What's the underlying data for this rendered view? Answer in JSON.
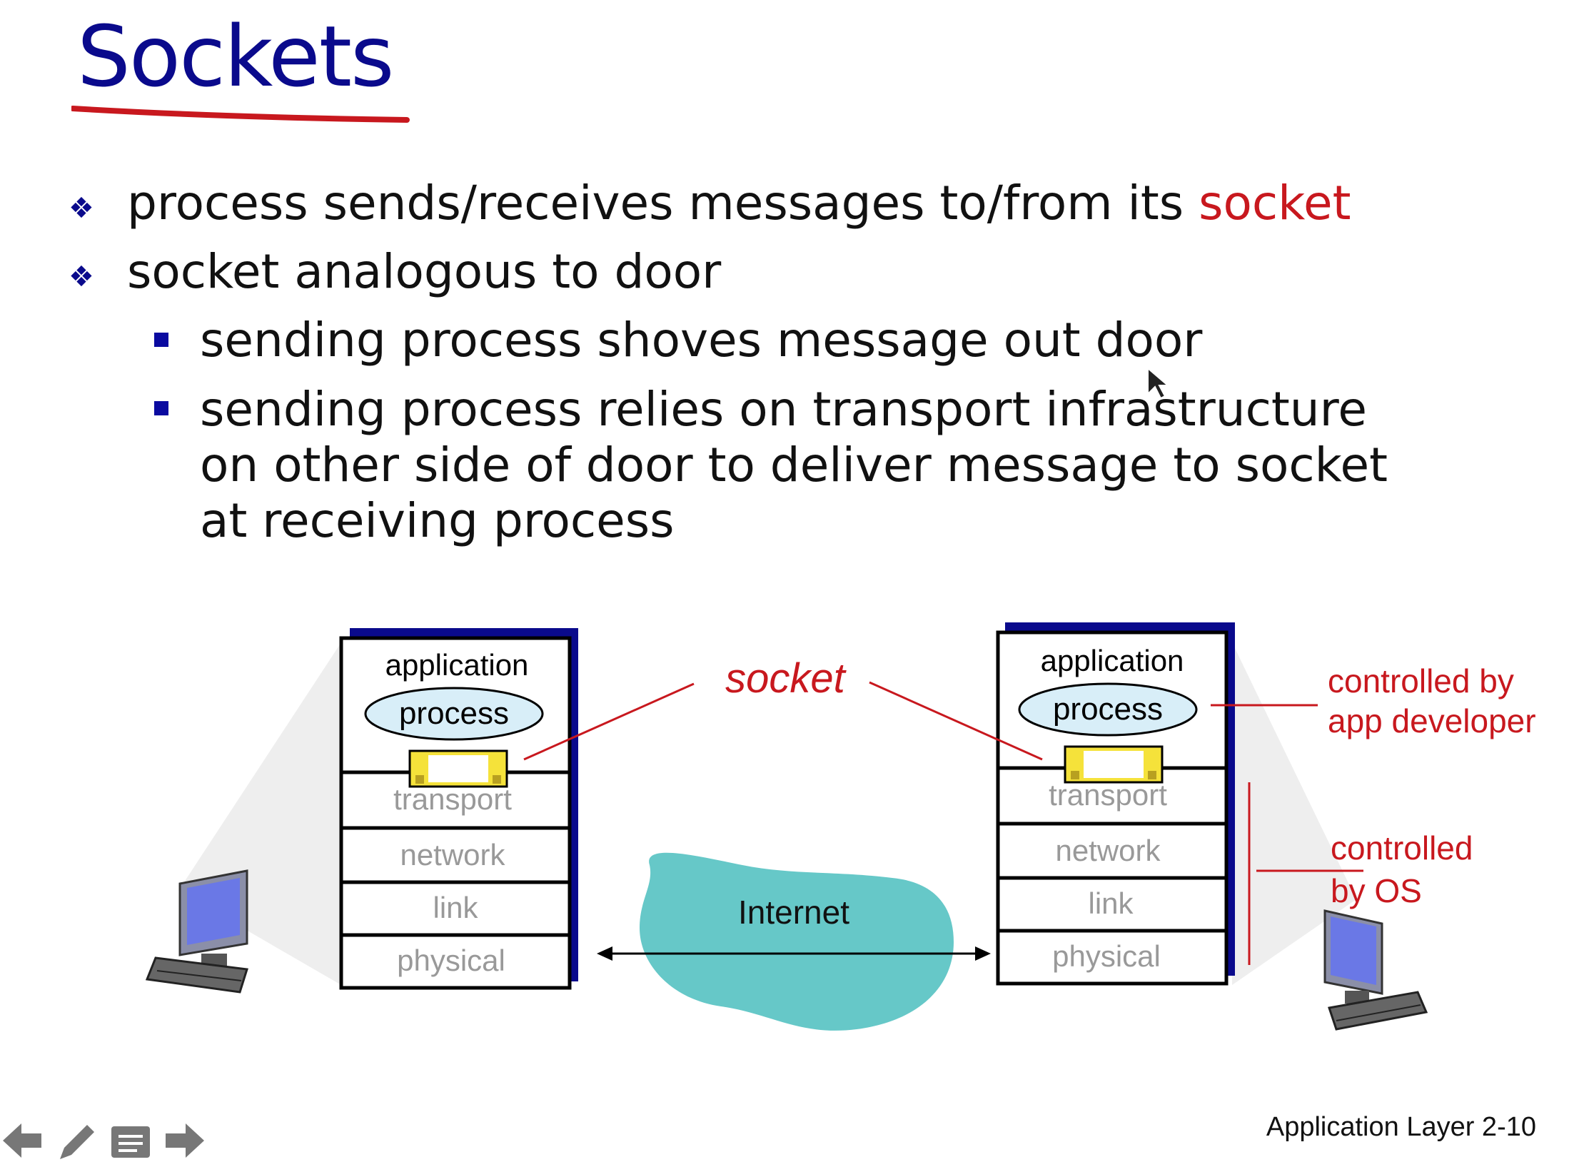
{
  "slide": {
    "title": "Sockets",
    "bullets": [
      {
        "text": "process sends/receives messages to/from its ",
        "highlight": "socket"
      },
      {
        "text": "socket analogous to door"
      }
    ],
    "sub_bullets": [
      "sending process shoves message out door",
      "sending process relies on transport infrastructure on other side of door to deliver message to socket at receiving process"
    ],
    "footer": "Application Layer 2-10"
  },
  "diagram": {
    "left_stack": {
      "application": "application",
      "process": "process",
      "layers": [
        "transport",
        "network",
        "link",
        "physical"
      ]
    },
    "right_stack": {
      "application": "application",
      "process": "process",
      "layers": [
        "transport",
        "network",
        "link",
        "physical"
      ]
    },
    "socket_label": "socket",
    "internet_label": "Internet",
    "app_dev_label": [
      "controlled by",
      "app developer"
    ],
    "os_label": [
      "controlled",
      "by OS"
    ]
  },
  "colors": {
    "title": "#0a0a8c",
    "accent_red": "#c8181e",
    "cloud": "#66c8c8",
    "socket_fill": "#f5e23a",
    "stack_shadow": "#0a0a8c"
  },
  "nav_icons": [
    "arrow-left-icon",
    "pen-icon",
    "notes-icon",
    "arrow-right-icon"
  ]
}
